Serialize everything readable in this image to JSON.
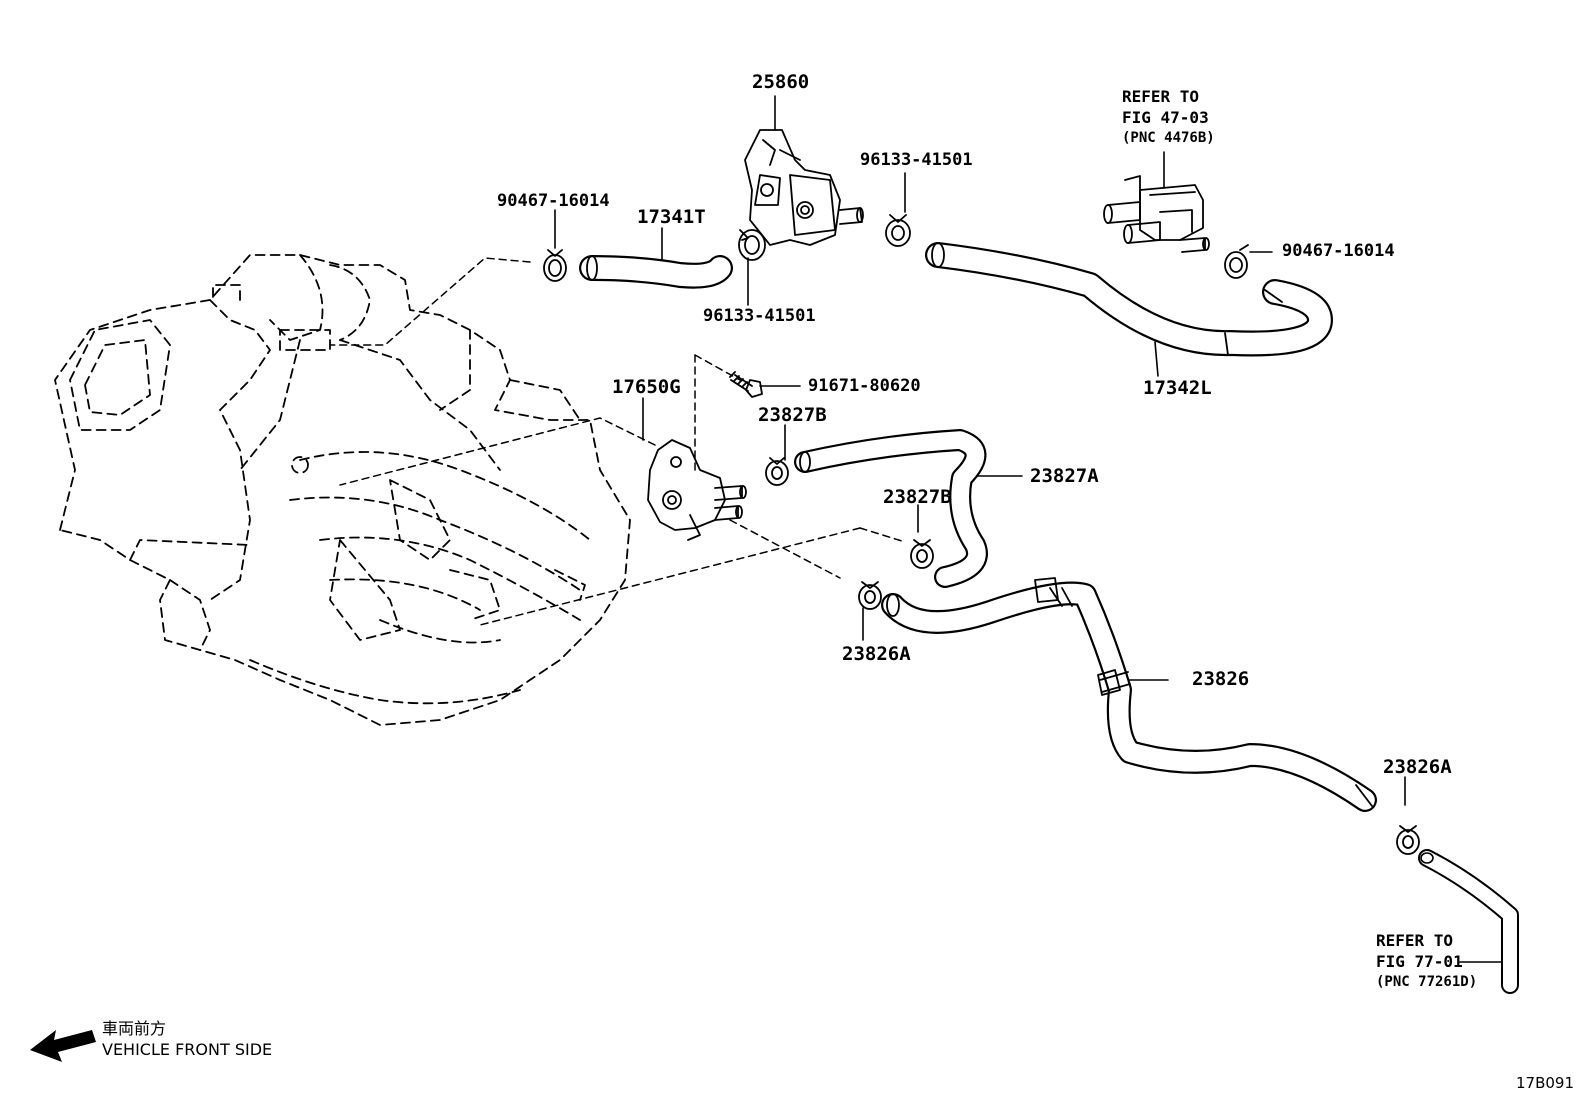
{
  "labels": {
    "p25860": "25860",
    "p96133_a": "96133-41501",
    "p90467_left": "90467-16014",
    "p17341T": "17341T",
    "p96133_b": "96133-41501",
    "p17342L": "17342L",
    "p90467_right": "90467-16014",
    "p17650G": "17650G",
    "p91671": "91671-80620",
    "p23827B_top": "23827B",
    "p23827A": "23827A",
    "p23827B_mid": "23827B",
    "p23826A_left": "23826A",
    "p23826": "23826",
    "p23826A_right": "23826A"
  },
  "refer_top": {
    "line1": "REFER TO",
    "line2": "FIG 47-03",
    "line3": "(PNC 4476B)"
  },
  "refer_bottom": {
    "line1": "REFER TO",
    "line2": "FIG 77-01",
    "line3": "(PNC 77261D)"
  },
  "legend": {
    "japanese": "車両前方",
    "english": "VEHICLE FRONT SIDE"
  },
  "figure_code": "17B091"
}
